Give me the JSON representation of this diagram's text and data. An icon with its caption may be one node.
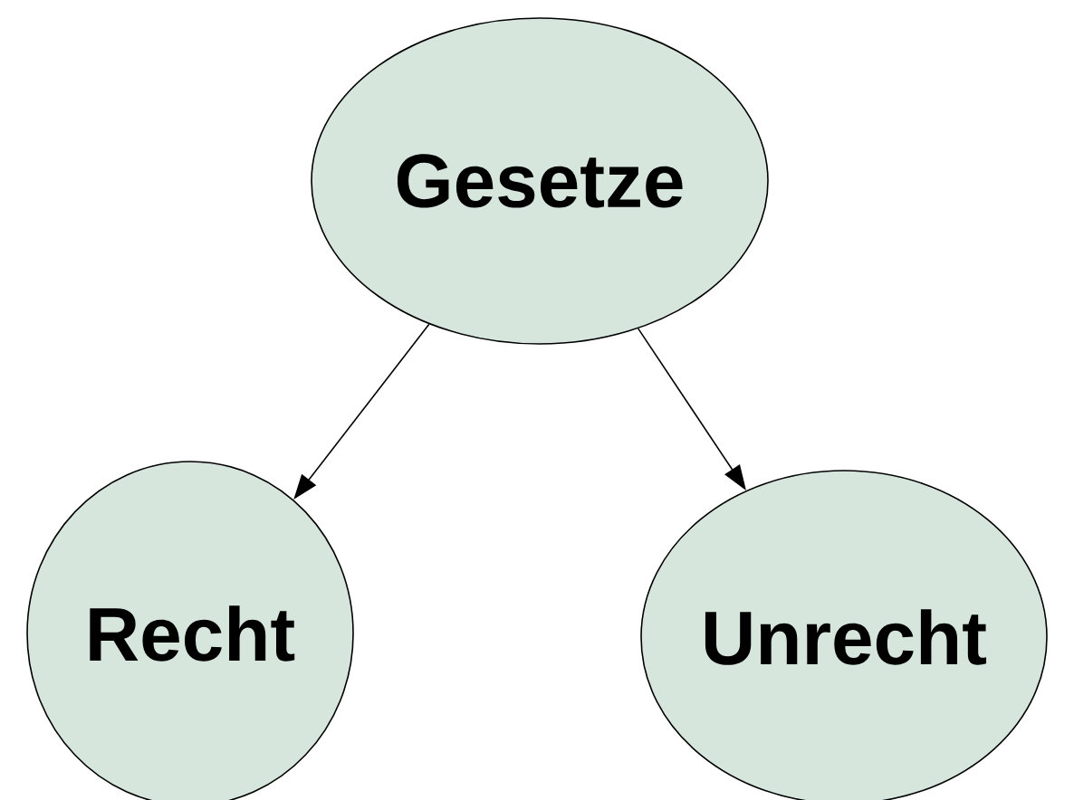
{
  "diagram": {
    "nodes": [
      {
        "text": [
          "Gesetze"
        ]
      },
      {
        "text": [
          "Recht"
        ]
      },
      {
        "text": [
          "Unrecht"
        ]
      }
    ],
    "edges": [
      {
        "from": 0,
        "to": 1,
        "arrow": "to"
      },
      {
        "from": 0,
        "to": 2,
        "arrow": "to"
      }
    ]
  }
}
